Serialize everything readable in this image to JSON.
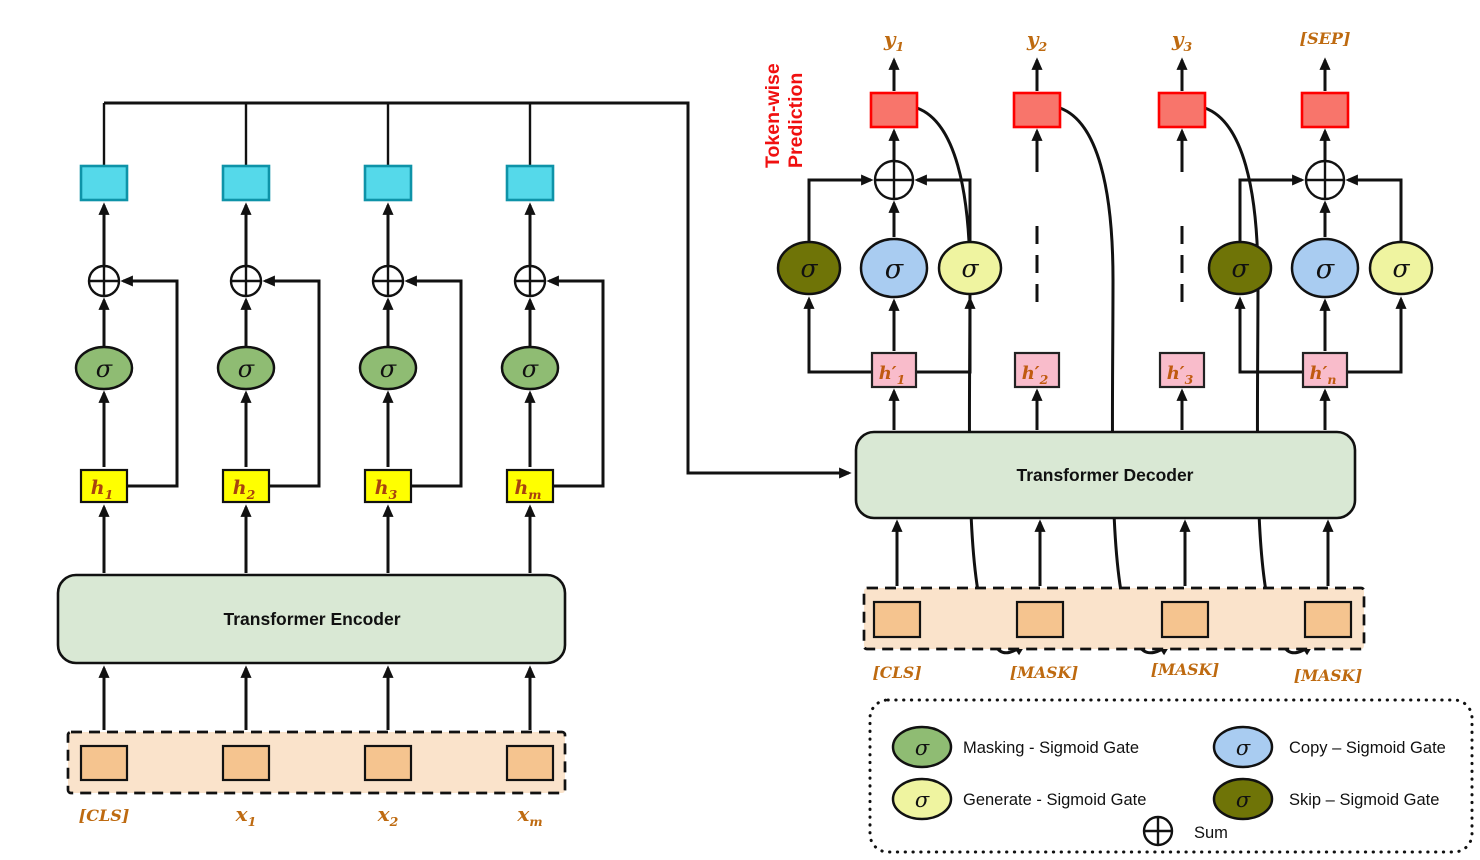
{
  "glyphs": {
    "sigma": "σ",
    "sum": "⊕"
  },
  "annotations": {
    "token_wise_line1": "Token-wise",
    "token_wise_line2": "Prediction"
  },
  "encoder": {
    "label": "Transformer Encoder",
    "inputs": [
      {
        "base": "[CLS]"
      },
      {
        "base": "x",
        "sub": "1"
      },
      {
        "base": "x",
        "sub": "2"
      },
      {
        "base": "x",
        "sub": "m"
      }
    ],
    "hidden": [
      {
        "base": "h",
        "sub": "1"
      },
      {
        "base": "h",
        "sub": "2"
      },
      {
        "base": "h",
        "sub": "3"
      },
      {
        "base": "h",
        "sub": "m"
      }
    ]
  },
  "decoder": {
    "label": "Transformer Decoder",
    "inputs": [
      "[CLS]",
      "[MASK]",
      "[MASK]",
      "[MASK]"
    ],
    "hidden": [
      {
        "base": "h′",
        "sub": "1"
      },
      {
        "base": "h′",
        "sub": "2"
      },
      {
        "base": "h′",
        "sub": "3"
      },
      {
        "base": "h′",
        "sub": "n"
      }
    ],
    "outputs": [
      {
        "base": "y",
        "sub": "1"
      },
      {
        "base": "y",
        "sub": "2"
      },
      {
        "base": "y",
        "sub": "3"
      },
      {
        "base": "[SEP]"
      }
    ]
  },
  "legend": {
    "items": [
      {
        "label": "Masking - Sigmoid Gate",
        "color": "#8FBC73"
      },
      {
        "label": "Generate - Sigmoid Gate",
        "color": "#EFF4A0"
      },
      {
        "label": "Copy – Sigmoid Gate",
        "color": "#A9CCF1"
      },
      {
        "label": "Skip – Sigmoid Gate",
        "color": "#6F7407"
      }
    ],
    "sum_label": "Sum"
  },
  "colors": {
    "encoder_output_box": "#55D9EA",
    "encoder_output_border": "#0E93A8",
    "masking_gate": "#8FBC73",
    "copy_gate": "#A9CCF1",
    "generate_gate": "#EFF4A0",
    "skip_gate": "#6F7407",
    "encoder_hidden_box": "#FFFF00",
    "decoder_hidden_box": "#F9BCCB",
    "prediction_box_fill": "#F8756B",
    "prediction_box_border": "#FE0000",
    "transformer_block": "#D9E8D4",
    "input_container": "#FAE3CB",
    "input_token": "#F5C48F",
    "token_label": "#BE6A10",
    "annotation_red": "#F01010"
  }
}
